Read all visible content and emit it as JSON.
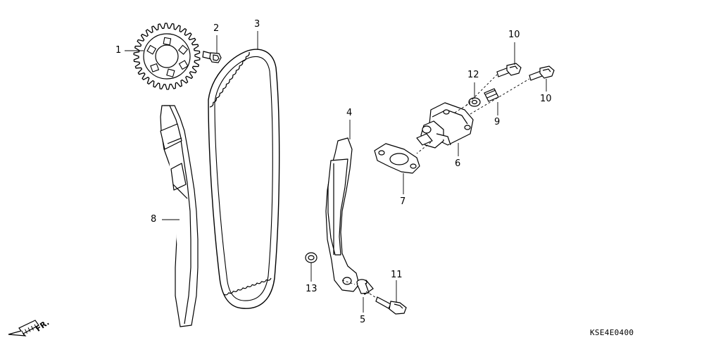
{
  "diagram": {
    "drawing_code": "KSE4E0400",
    "direction_label": "FR.",
    "callouts": [
      {
        "id": "sprocket",
        "label": "1"
      },
      {
        "id": "sprocket-bolt",
        "label": "2"
      },
      {
        "id": "cam-chain",
        "label": "3"
      },
      {
        "id": "tensioner-slipper",
        "label": "4"
      },
      {
        "id": "collar",
        "label": "5"
      },
      {
        "id": "tensioner-lifter",
        "label": "6"
      },
      {
        "id": "lifter-gasket",
        "label": "7"
      },
      {
        "id": "guide-slipper",
        "label": "8"
      },
      {
        "id": "sealing-bolt",
        "label": "9"
      },
      {
        "id": "lifter-bolt-upper",
        "label": "10"
      },
      {
        "id": "lifter-bolt-right",
        "label": "10"
      },
      {
        "id": "slipper-bolt",
        "label": "11"
      },
      {
        "id": "sealing-washer",
        "label": "12"
      },
      {
        "id": "washer",
        "label": "13"
      }
    ]
  }
}
